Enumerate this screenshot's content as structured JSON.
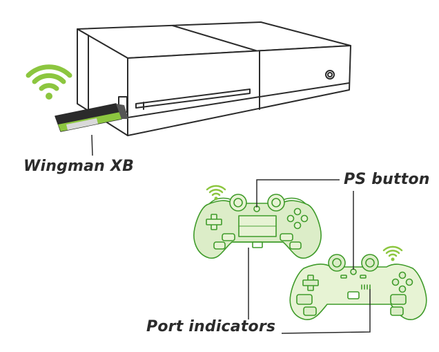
{
  "labels": {
    "dongle": "Wingman XB",
    "ps_button": "PS button",
    "port_indicators": "Port indicators"
  },
  "colors": {
    "outline": "#2b2b2b",
    "accent_green": "#8cc63f",
    "controller_green": "#3f9b2a",
    "controller_light": "#dcedc8",
    "controller_light2": "#e7f3d4",
    "label": "#2b2b2b"
  },
  "icons": [
    "wifi-signal-icon",
    "wifi-signal-icon",
    "wifi-signal-icon"
  ]
}
